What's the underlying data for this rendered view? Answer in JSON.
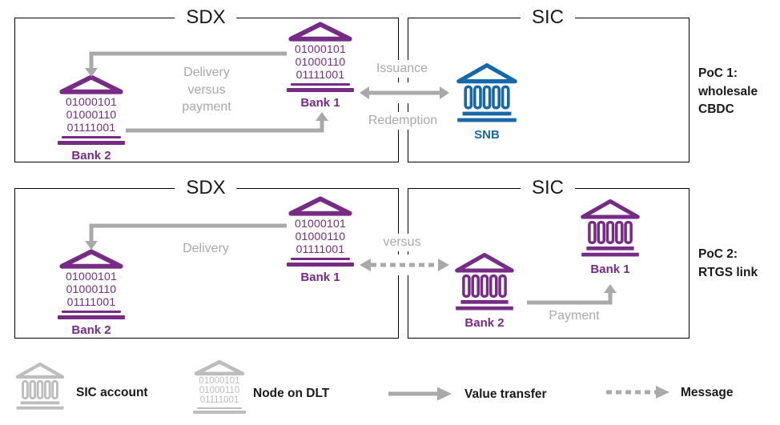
{
  "colors": {
    "purple": "#762B85",
    "blue": "#1768A9",
    "arrow_gray": "#A9A9A9",
    "legend_gray": "#BDBDBD",
    "text_gray": "#A8A8A8",
    "ink": "#1A1A1A"
  },
  "poc1": {
    "sdx": {
      "title": "SDX",
      "bank1": {
        "binary": [
          "01000101",
          "01000110",
          "01111001"
        ],
        "label": "Bank 1"
      },
      "bank2": {
        "binary": [
          "01000101",
          "01000110",
          "01111001"
        ],
        "label": "Bank 2"
      },
      "note": {
        "line1": "Delivery",
        "line2": "versus",
        "line3": "payment"
      }
    },
    "sic": {
      "title": "SIC",
      "snb_label": "SNB"
    },
    "issuance_label": "Issuance",
    "redemption_label": "Redemption",
    "caption": {
      "line1": "PoC 1:",
      "line2": "wholesale",
      "line3": "CBDC"
    }
  },
  "poc2": {
    "sdx": {
      "title": "SDX",
      "bank1": {
        "binary": [
          "01000101",
          "01000110",
          "01111001"
        ],
        "label": "Bank 1"
      },
      "bank2": {
        "binary": [
          "01000101",
          "01000110",
          "01111001"
        ],
        "label": "Bank 2"
      },
      "note": "Delivery"
    },
    "sic": {
      "title": "SIC",
      "bank1_label": "Bank 1",
      "bank2_label": "Bank 2"
    },
    "versus_label": "versus",
    "payment_label": "Payment",
    "caption": {
      "line1": "PoC 2:",
      "line2": "RTGS link"
    }
  },
  "legend": {
    "sic_account": {
      "label": "SIC account"
    },
    "node_on_dlt": {
      "binary": [
        "01000101",
        "01000110",
        "01111001"
      ],
      "label": "Node on DLT"
    },
    "value_transfer_label": "Value transfer",
    "message_label": "Message"
  }
}
